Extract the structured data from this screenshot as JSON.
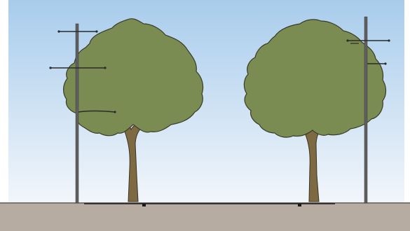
{
  "scene": {
    "colors": {
      "sky_top": "#a8ccec",
      "sky_bottom": "#f2f6fb",
      "ground": "#b7aca2",
      "ground_line": "#6a645e",
      "foliage": "#7a8c52",
      "foliage_outline": "#3a3a28",
      "trunk": "#7d6a43",
      "pole": "#5f5f5f",
      "wire": "#2b2b2b",
      "frame": "#ffffff"
    },
    "elements": {
      "left_tree": "street-tree",
      "right_tree": "street-tree",
      "left_pole": "utility-pole",
      "right_pole": "utility-pole"
    }
  }
}
